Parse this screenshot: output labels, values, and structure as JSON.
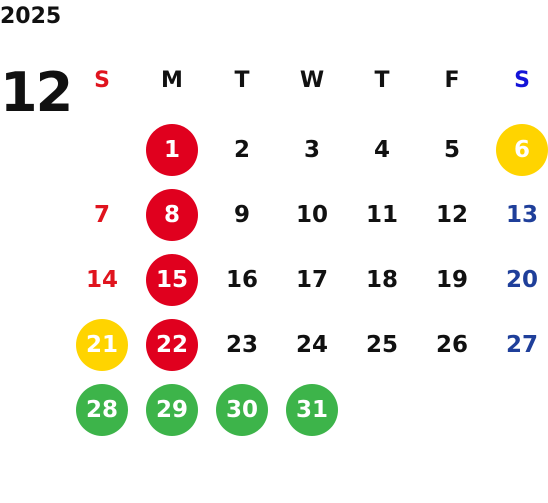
{
  "year": "2025",
  "month": "12",
  "weekdays": [
    {
      "label": "S",
      "color": "#e0141e"
    },
    {
      "label": "M",
      "color": "#111111"
    },
    {
      "label": "T",
      "color": "#111111"
    },
    {
      "label": "W",
      "color": "#111111"
    },
    {
      "label": "T",
      "color": "#111111"
    },
    {
      "label": "F",
      "color": "#111111"
    },
    {
      "label": "S",
      "color": "#1414d8"
    }
  ],
  "first_weekday_index": 1,
  "days": [
    {
      "day": "1",
      "highlight": "red"
    },
    {
      "day": "2"
    },
    {
      "day": "3"
    },
    {
      "day": "4"
    },
    {
      "day": "5"
    },
    {
      "day": "6",
      "highlight": "yellow"
    },
    {
      "day": "7"
    },
    {
      "day": "8",
      "highlight": "red"
    },
    {
      "day": "9"
    },
    {
      "day": "10"
    },
    {
      "day": "11"
    },
    {
      "day": "12"
    },
    {
      "day": "13"
    },
    {
      "day": "14"
    },
    {
      "day": "15",
      "highlight": "red"
    },
    {
      "day": "16"
    },
    {
      "day": "17"
    },
    {
      "day": "18"
    },
    {
      "day": "19"
    },
    {
      "day": "20"
    },
    {
      "day": "21",
      "highlight": "yellow"
    },
    {
      "day": "22",
      "highlight": "red"
    },
    {
      "day": "23"
    },
    {
      "day": "24"
    },
    {
      "day": "25"
    },
    {
      "day": "26"
    },
    {
      "day": "27"
    },
    {
      "day": "28",
      "highlight": "green"
    },
    {
      "day": "29",
      "highlight": "green"
    },
    {
      "day": "30",
      "highlight": "green"
    },
    {
      "day": "31",
      "highlight": "green"
    }
  ],
  "colors": {
    "text": "#111111",
    "sunday_text": "#e0141e",
    "saturday_text": "#1f3f9a",
    "highlight_red": "#e0001e",
    "highlight_yellow": "#ffd400",
    "highlight_green": "#3db44a",
    "highlight_text": "#ffffff"
  }
}
